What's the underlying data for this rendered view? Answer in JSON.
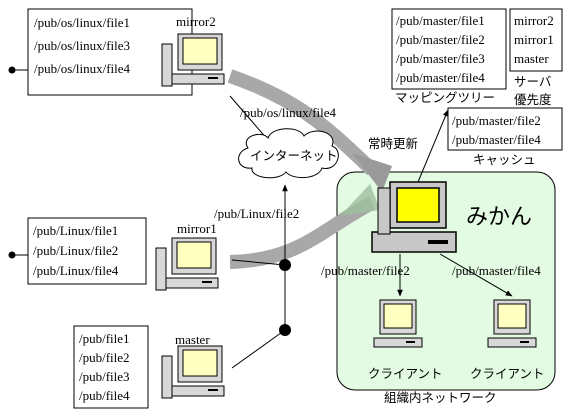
{
  "mirror2": {
    "label": "mirror2",
    "files": [
      "/pub/os/linux/file1",
      "/pub/os/linux/file3",
      "/pub/os/linux/file4"
    ]
  },
  "mirror1": {
    "label": "mirror1",
    "files": [
      "/pub/Linux/file1",
      "/pub/Linux/file2",
      "/pub/Linux/file4"
    ]
  },
  "master": {
    "label": "master",
    "files": [
      "/pub/file1",
      "/pub/file2",
      "/pub/file3",
      "/pub/file4"
    ]
  },
  "flows": {
    "mirror2_file": "/pub/os/linux/file4",
    "mirror1_file": "/pub/Linux/file2",
    "client1_file": "/pub/master/file2",
    "client2_file": "/pub/master/file4"
  },
  "internet": {
    "label": "インターネット"
  },
  "mikan": {
    "label": "みかん",
    "update_label": "常時更新",
    "network_label": "組織内ネットワーク"
  },
  "mapping": {
    "paths": [
      "/pub/master/file1",
      "/pub/master/file2",
      "/pub/master/file3",
      "/pub/master/file4"
    ],
    "servers": [
      "mirror2",
      "mirror1",
      "master"
    ],
    "paths_caption": "マッピングツリー",
    "servers_caption": "サーバ",
    "servers_caption2": "優先度"
  },
  "cache": {
    "items": [
      "/pub/master/file2",
      "/pub/master/file4"
    ],
    "caption": "キャッシュ"
  },
  "clients": [
    {
      "label": "クライアント"
    },
    {
      "label": "クライアント"
    }
  ]
}
